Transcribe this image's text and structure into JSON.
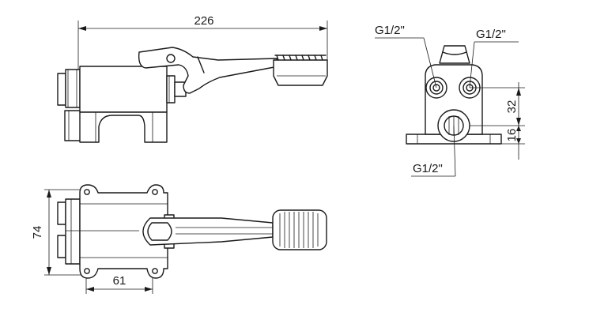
{
  "dimensions": {
    "overall_length": "226",
    "width": "74",
    "mount_spacing": "61",
    "port_offset_upper": "32",
    "port_offset_lower": "16"
  },
  "ports": {
    "inlet_left": "G1/2\"",
    "inlet_right": "G1/2\"",
    "outlet_bottom": "G1/2\""
  },
  "colors": {
    "line": "#1a1a1a",
    "background": "#ffffff"
  }
}
